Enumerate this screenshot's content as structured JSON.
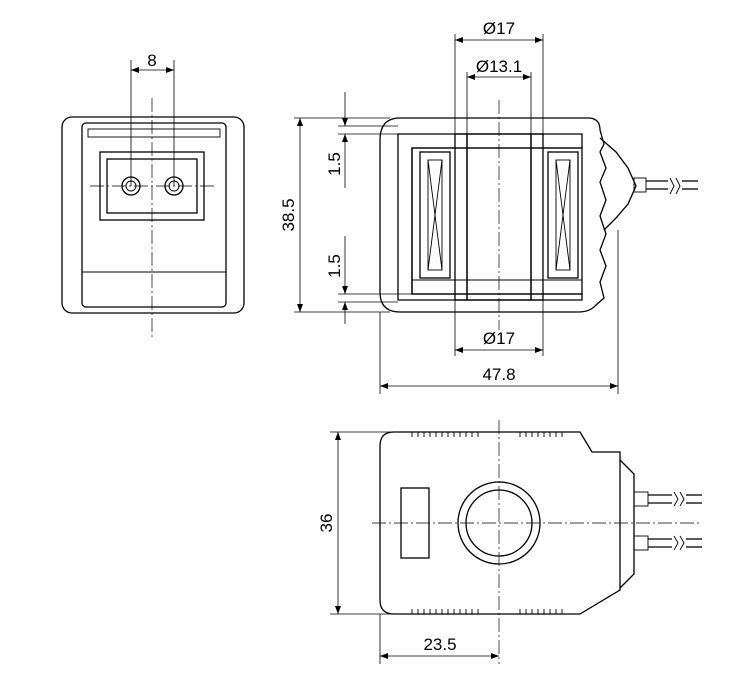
{
  "dimensions": {
    "pin_spacing": "8",
    "sleeve_outer_top": "Ø17",
    "bore": "Ø13.1",
    "overall_height": "38.5",
    "wall_top": "1.5",
    "wall_bottom": "1.5",
    "sleeve_outer_bottom": "Ø17",
    "overall_length": "47.8",
    "body_height": "36",
    "center_offset": "23.5"
  },
  "colors": {
    "line": "#000000",
    "background": "#ffffff"
  }
}
